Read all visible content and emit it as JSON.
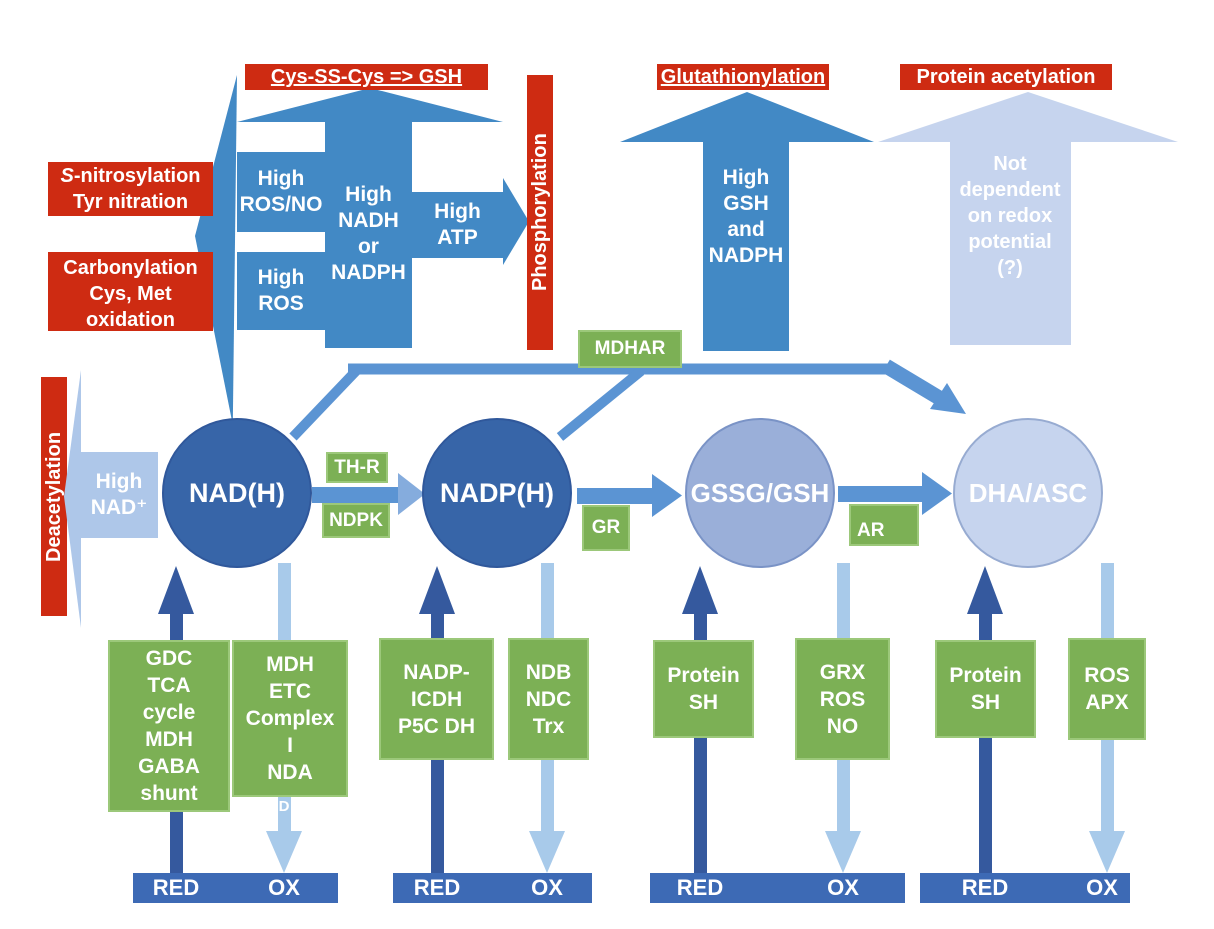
{
  "palette": {
    "red": "#CE2B12",
    "block_blue": "#4289C5",
    "arrow_blue": "#5B94D3",
    "navy_arrow": "#35599E",
    "light_arrow": "#A8CAEA",
    "pale_blue": "#AEC7E9",
    "palest_blue": "#C6D4EE",
    "green": "#7CB055",
    "bar_blue": "#3D6AB5",
    "circle_dark": "#3765A8",
    "circle_medium": "#9AAFD9",
    "circle_light": "#C6D4EE"
  },
  "top": {
    "cys_label": "Cys-SS-Cys => GSH",
    "snitro_italic": "S",
    "snitro_rest": "-nitrosylation\nTyr nitration",
    "carbonylation": "Carbonylation\nCys, Met\noxidation",
    "phosphorylation": "Phosphorylation",
    "high_ros_no": "High\nROS/NO",
    "high_ros": "High\nROS",
    "high_nadh": "High\nNADH\nor\nNADPH",
    "high_atp": "High ATP",
    "glutathionylation": "Glutathionylation",
    "high_gsh": "High\nGSH\nand\nNADPH",
    "protein_acetylation": "Protein acetylation",
    "not_dependent": "Not\ndependent\non redox\npotential\n(?)"
  },
  "middle": {
    "deacetylation": "Deacetylation",
    "high_nad": "High\nNAD⁺",
    "nodes": [
      {
        "label": "NAD(H)"
      },
      {
        "label": "NADP(H)"
      },
      {
        "label": "GSSG/GSH"
      },
      {
        "label": "DHA/ASC"
      }
    ],
    "enzymes": {
      "thr": "TH-R",
      "ndpk": "NDPK",
      "gr": "GR",
      "ar": "AR",
      "mdhar": "MDHAR"
    }
  },
  "bottom": {
    "boxes": [
      "GDC\nTCA\ncycle\nMDH\nGABA\nshunt",
      "MDH\nETC\nComplex\nI\nNDA",
      "NADP-\nICDH\nP5C DH",
      "NDB\nNDC\nTrx",
      "Protein\nSH",
      "GRX\nROS\nNO",
      "Protein\nSH",
      "ROS\nAPX"
    ],
    "stray_glyph": "D",
    "bars": [
      {
        "red": "RED",
        "ox": "OX"
      },
      {
        "red": "RED",
        "ox": "OX"
      },
      {
        "red": "RED",
        "ox": "OX"
      },
      {
        "red": "RED",
        "ox": "OX"
      }
    ]
  }
}
